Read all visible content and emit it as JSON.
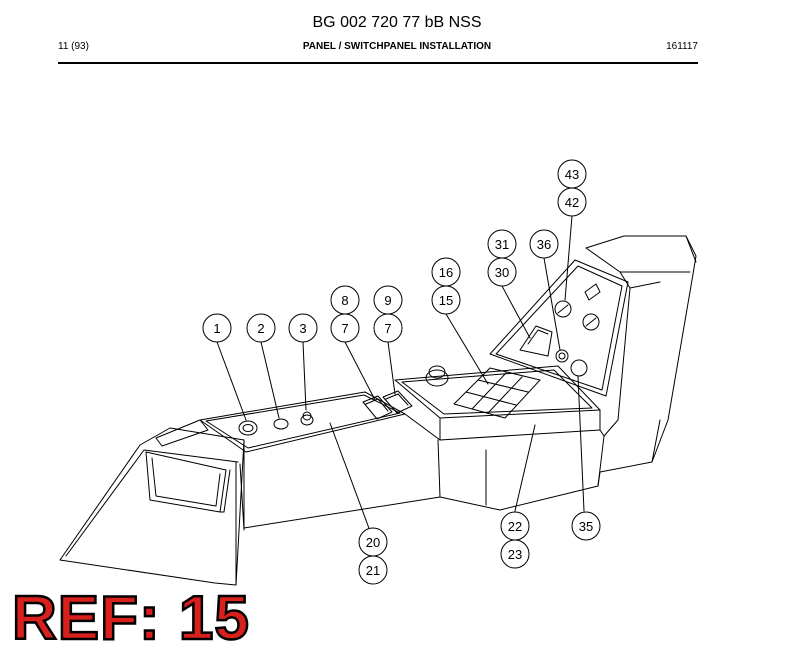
{
  "header": {
    "document_number": "BG 002 720 77 bB NSS",
    "page_count": "11 (93)",
    "section_title": "PANEL / SWITCHPANEL INSTALLATION",
    "date": "161117"
  },
  "callouts": [
    {
      "id": "c1",
      "label": "1"
    },
    {
      "id": "c2",
      "label": "2"
    },
    {
      "id": "c3",
      "label": "3"
    },
    {
      "id": "c7a",
      "label": "7"
    },
    {
      "id": "c8",
      "label": "8"
    },
    {
      "id": "c7b",
      "label": "7"
    },
    {
      "id": "c9",
      "label": "9"
    },
    {
      "id": "c15",
      "label": "15"
    },
    {
      "id": "c16",
      "label": "16"
    },
    {
      "id": "c30",
      "label": "30"
    },
    {
      "id": "c31",
      "label": "31"
    },
    {
      "id": "c36",
      "label": "36"
    },
    {
      "id": "c42",
      "label": "42"
    },
    {
      "id": "c43",
      "label": "43"
    },
    {
      "id": "c20",
      "label": "20"
    },
    {
      "id": "c21",
      "label": "21"
    },
    {
      "id": "c22",
      "label": "22"
    },
    {
      "id": "c23",
      "label": "23"
    },
    {
      "id": "c35",
      "label": "35"
    }
  ],
  "reference": {
    "text": "REF: 15",
    "color": "#d8201c"
  }
}
